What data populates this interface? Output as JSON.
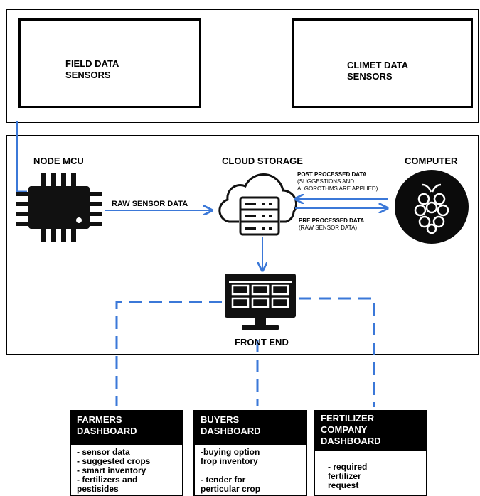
{
  "top_panel": {
    "field_sensors": "FIELD DATA\nSENSORS",
    "climate_sensors": "CLIMET DATA\nSENSORS"
  },
  "nodes": {
    "node_mcu": "NODE MCU",
    "cloud_storage": "CLOUD STORAGE",
    "computer": "COMPUTER",
    "front_end": "FRONT END"
  },
  "edges": {
    "raw_sensor_data": "RAW SENSOR DATA",
    "post_processed": "POST PROCESSED DATA",
    "post_processed_note": "(SUGGESTIONS AND\nALGOROTHMS ARE APPLIED)",
    "pre_processed": "PRE PROCESSED DATA",
    "pre_processed_note": "(RAW SENSOR DATA)"
  },
  "dashboards": {
    "farmers": {
      "title": "FARMERS\nDASHBOARD",
      "items": "- sensor data\n- suggested crops\n- smart inventory\n- fertilizers and\n  pestisides"
    },
    "buyers": {
      "title": "BUYERS\nDASHBOARD",
      "items": "-buying option\n frop inventory\n\n- tender for\n  perticular crop"
    },
    "fertilizer": {
      "title": "FERTILIZER\nCOMPANY\nDASHBOARD",
      "items": "\n- required\n  fertilizer\n  request"
    }
  },
  "colors": {
    "connector": "#3b78d8",
    "ink": "#000000"
  }
}
